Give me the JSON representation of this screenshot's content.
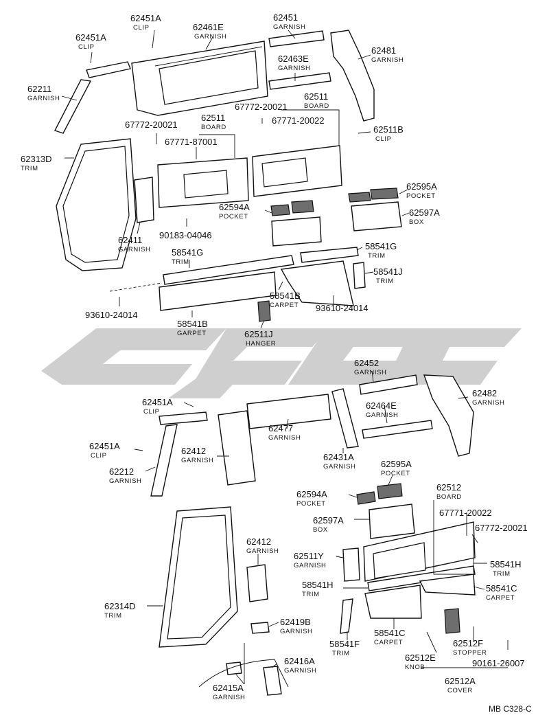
{
  "colors": {
    "ink": "#111111",
    "watermark": "#cfcfcf",
    "background": "#ffffff"
  },
  "callouts": {
    "c62451A_1": {
      "pn": "62451A",
      "name": "CLIP"
    },
    "c62451A_2": {
      "pn": "62451A",
      "name": "CLIP"
    },
    "c62461E": {
      "pn": "62461E",
      "name": "GARNISH"
    },
    "c62451": {
      "pn": "62451",
      "name": "GARNISH"
    },
    "c62481": {
      "pn": "62481",
      "name": "GARNISH"
    },
    "c62463E": {
      "pn": "62463E",
      "name": "GARNISH"
    },
    "c62211": {
      "pn": "62211",
      "name": "GARNISH"
    },
    "c62511_top": {
      "pn": "62511",
      "name": "BOARD"
    },
    "c62511_mid": {
      "pn": "62511",
      "name": "BOARD"
    },
    "c67772_a": {
      "pn": "67772-20021",
      "name": ""
    },
    "c67771_a": {
      "pn": "67771-20022",
      "name": ""
    },
    "c67772_b": {
      "pn": "67772-20021",
      "name": ""
    },
    "c67771_b": {
      "pn": "67771-87001",
      "name": ""
    },
    "c62511B": {
      "pn": "62511B",
      "name": "CLIP"
    },
    "c62313D": {
      "pn": "62313D",
      "name": "TRIM"
    },
    "c62595A_1": {
      "pn": "62595A",
      "name": "POCKET"
    },
    "c62594A_1": {
      "pn": "62594A",
      "name": "POCKET"
    },
    "c62597A_1": {
      "pn": "62597A",
      "name": "BOX"
    },
    "c90183": {
      "pn": "90183-04046",
      "name": ""
    },
    "c62411": {
      "pn": "62411",
      "name": "GARNISH"
    },
    "c58541G_1": {
      "pn": "58541G",
      "name": "TRIM"
    },
    "c58541G_2": {
      "pn": "58541G",
      "name": "TRIM"
    },
    "c58541J": {
      "pn": "58541J",
      "name": "TRIM"
    },
    "c58541B_1": {
      "pn": "58541B",
      "name": "CARPET"
    },
    "c93610_1": {
      "pn": "93610-24014",
      "name": ""
    },
    "c93610_2": {
      "pn": "93610-24014",
      "name": ""
    },
    "c58541B_2": {
      "pn": "58541B",
      "name": "GARPET"
    },
    "c62511J": {
      "pn": "62511J",
      "name": "HANGER"
    },
    "c62452": {
      "pn": "62452",
      "name": "GARNISH"
    },
    "c62482": {
      "pn": "62482",
      "name": "GARNISH"
    },
    "c62451A_3": {
      "pn": "62451A",
      "name": "CLIP"
    },
    "c62464E": {
      "pn": "62464E",
      "name": "GARNISH"
    },
    "c62477": {
      "pn": "62477",
      "name": "GARNISH"
    },
    "c62451A_4": {
      "pn": "62451A",
      "name": "CLIP"
    },
    "c62412_1": {
      "pn": "62412",
      "name": "GARNISH"
    },
    "c62431A": {
      "pn": "62431A",
      "name": "GARNISH"
    },
    "c62212": {
      "pn": "62212",
      "name": "GARNISH"
    },
    "c62595A_2": {
      "pn": "62595A",
      "name": "POCKET"
    },
    "c62512": {
      "pn": "62512",
      "name": "BOARD"
    },
    "c62594A_2": {
      "pn": "62594A",
      "name": "POCKET"
    },
    "c67771_c": {
      "pn": "67771-20022",
      "name": ""
    },
    "c62597A_2": {
      "pn": "62597A",
      "name": "BOX"
    },
    "c67772_c": {
      "pn": "67772-20021",
      "name": ""
    },
    "c62412_2": {
      "pn": "62412",
      "name": "GARNISH"
    },
    "c62511Y": {
      "pn": "62511Y",
      "name": "GARNISH"
    },
    "c58541H_1": {
      "pn": "58541H",
      "name": "TRIM"
    },
    "c58541H_2": {
      "pn": "58541H",
      "name": "TRIM"
    },
    "c58541C_1": {
      "pn": "58541C",
      "name": "CARPET"
    },
    "c62314D": {
      "pn": "62314D",
      "name": "TRIM"
    },
    "c62419B": {
      "pn": "62419B",
      "name": "GARNISH"
    },
    "c58541C_2": {
      "pn": "58541C",
      "name": "CARPET"
    },
    "c62512F": {
      "pn": "62512F",
      "name": "STOPPER"
    },
    "c58541F": {
      "pn": "58541F",
      "name": "TRIM"
    },
    "c62512E": {
      "pn": "62512E",
      "name": "KNOB"
    },
    "c90161": {
      "pn": "90161-26007",
      "name": ""
    },
    "c62416A": {
      "pn": "62416A",
      "name": "GARNISH"
    },
    "c62512A": {
      "pn": "62512A",
      "name": "COVER"
    },
    "c62415A": {
      "pn": "62415A",
      "name": "GARNISH"
    }
  },
  "footer": {
    "ref": "MB C328-C"
  }
}
